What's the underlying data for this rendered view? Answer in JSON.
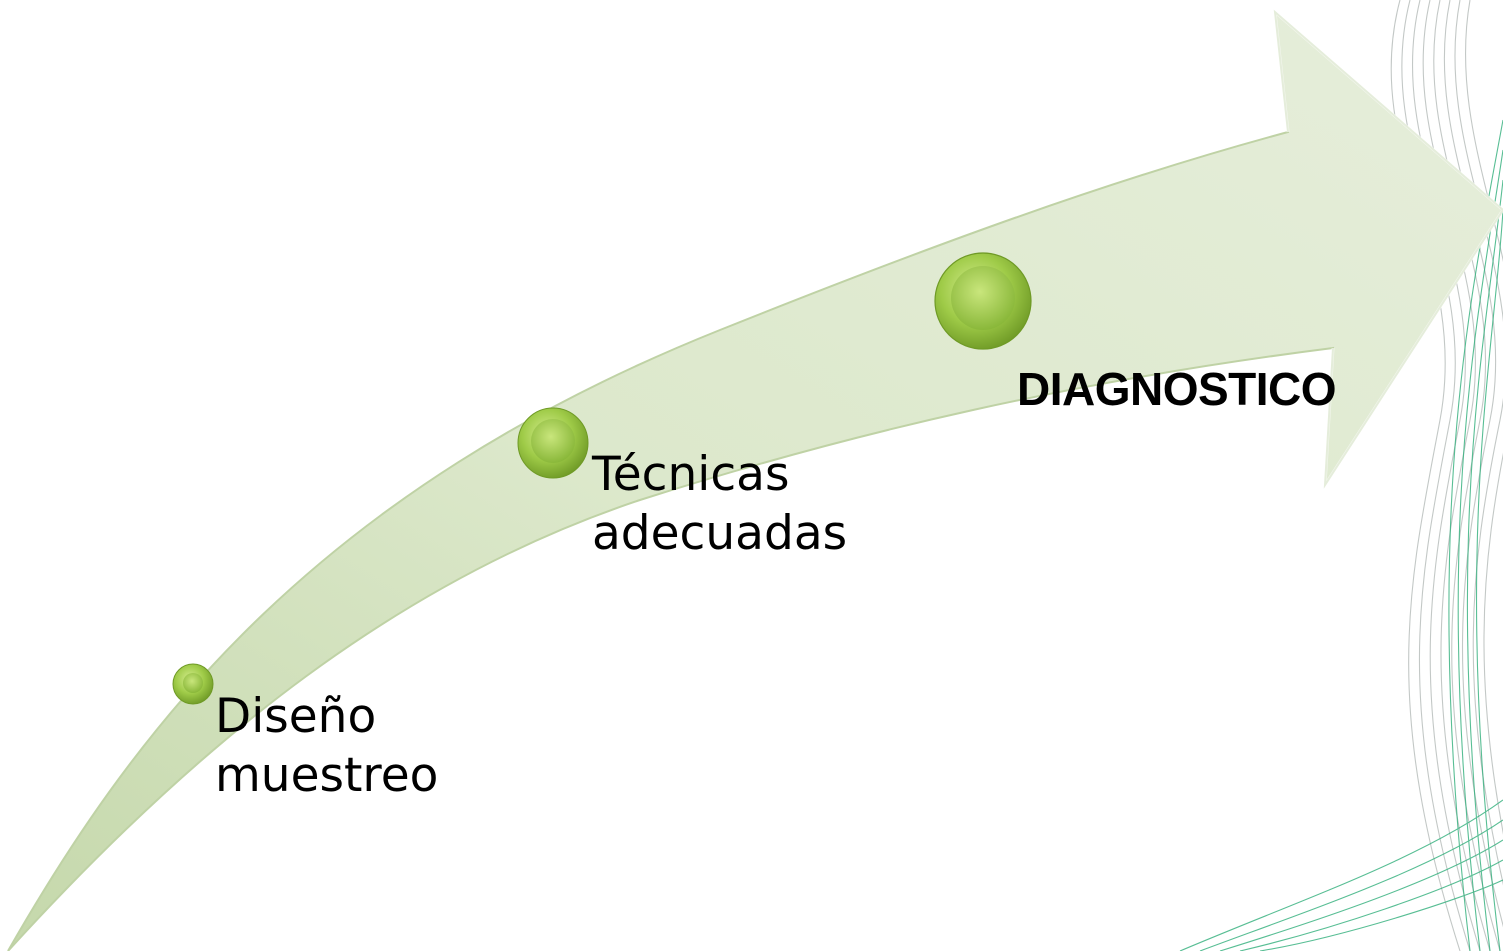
{
  "steps": [
    {
      "line1": "Diseño",
      "line2": "muestreo"
    },
    {
      "line1": "Técnicas",
      "line2": "adecuadas"
    },
    {
      "line1": "DIAGNOSTICO"
    }
  ],
  "colors": {
    "arrow_fill": "#d6e4c0",
    "arrow_edge": "#bfd2a5",
    "bullet": "#8fbf3a",
    "bullet_light": "#d4ec8e",
    "wave_gray": "#b9bfbd",
    "wave_green": "#2fae7a"
  }
}
